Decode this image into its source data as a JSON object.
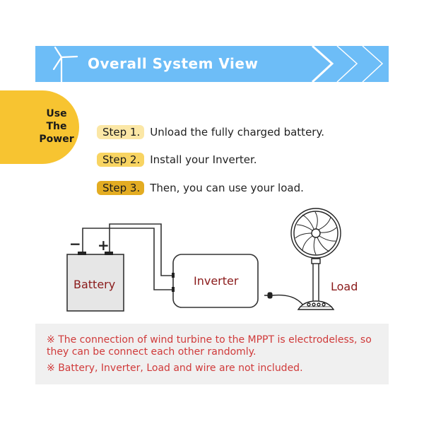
{
  "banner": {
    "title": "Overall System View",
    "color": "#6dbdf7",
    "icon": "wind-turbine-icon",
    "decoration": "chevron-arrows"
  },
  "badge": {
    "lines": [
      "Use",
      "The",
      "Power"
    ],
    "color": "#f7c431"
  },
  "steps": [
    {
      "label": "Step 1.",
      "text": "Unload the fully charged battery.",
      "color": "#fbe7a6"
    },
    {
      "label": "Step 2.",
      "text": "Install your Inverter.",
      "color": "#f8d462"
    },
    {
      "label": "Step 3.",
      "text": "Then, you can use your load.",
      "color": "#e3ac22"
    }
  ],
  "diagram": {
    "battery": {
      "label": "Battery",
      "negative": "−",
      "positive": "+"
    },
    "inverter": {
      "label": "Inverter"
    },
    "load": {
      "label": "Load",
      "icon": "fan-icon"
    }
  },
  "notes": {
    "marker": "※",
    "items": [
      "The connection of wind turbine to the MPPT is electrodeless, so they can be connect each other randomly.",
      "Battery, Inverter, Load and wire are not included."
    ],
    "color": "#d03a3a"
  }
}
